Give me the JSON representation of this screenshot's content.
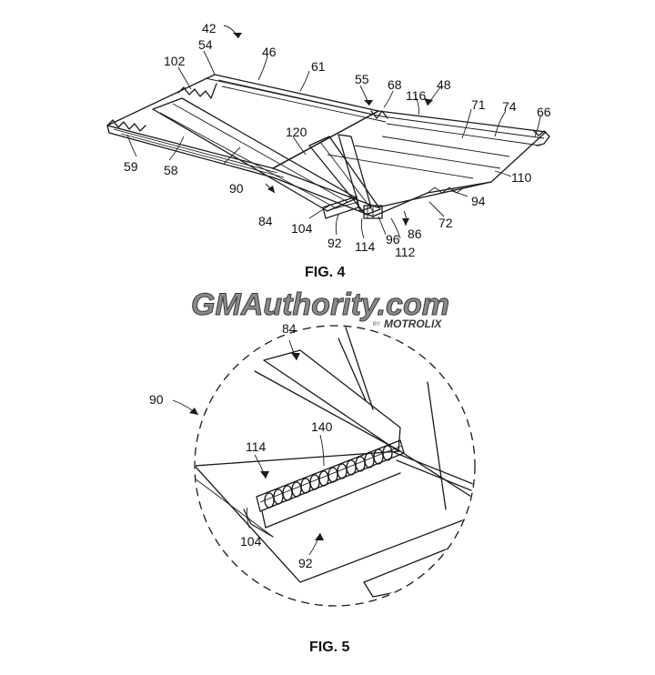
{
  "figures": {
    "fig4_caption": "FIG. 4",
    "fig5_caption": "FIG. 5"
  },
  "watermark": {
    "brand_main": "GMAuthority.com",
    "by": "BY",
    "brand_sub": "MOTROLIX"
  },
  "fig4_labels": {
    "l42": "42",
    "l46": "46",
    "l54": "54",
    "l102": "102",
    "l61": "61",
    "l55": "55",
    "l68": "68",
    "l116": "116",
    "l48": "48",
    "l71": "71",
    "l74": "74",
    "l66": "66",
    "l120": "120",
    "l59": "59",
    "l58": "58",
    "l90": "90",
    "l84": "84",
    "l104": "104",
    "l92": "92",
    "l114": "114",
    "l96": "96",
    "l112": "112",
    "l86": "86",
    "l72": "72",
    "l94": "94",
    "l110": "110"
  },
  "fig5_labels": {
    "l84": "84",
    "l90": "90",
    "l114": "114",
    "l140": "140",
    "l104": "104",
    "l92": "92"
  },
  "colors": {
    "line": "#1a1a1a",
    "watermark_grey": "#8a8a8a",
    "watermark_dark": "#3a3a3a"
  }
}
